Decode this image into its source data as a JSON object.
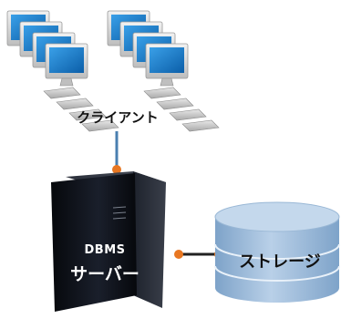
{
  "labels": {
    "clients": "クライアント",
    "server_line1": "DBMS",
    "server_line2": "サーバー",
    "storage": "ストレージ"
  },
  "colors": {
    "connector": "#e87722",
    "link_to_clients": "#4a7fb0",
    "link_to_storage": "#222222",
    "server_body": "#0c0f16",
    "storage_fill": "#a8c3df",
    "storage_top": "#c4d8ec",
    "monitor_frame": "#dcdcdc",
    "monitor_screen": "#1a7ac0"
  },
  "icons": {
    "client_pcs": "stacked-desktop-computers-icon",
    "server": "server-tower-icon",
    "storage": "database-cylinder-icon"
  }
}
